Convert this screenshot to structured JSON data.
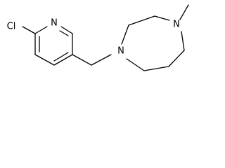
{
  "molecule": {
    "atoms": {
      "chlorine": "Cl",
      "pyridine_nitrogen": "N",
      "ring_nitrogen_benzyl": "N",
      "ring_nitrogen_methyl": "N"
    }
  },
  "colors": {
    "bond": "#000000",
    "label": "#000000",
    "background": "#ffffff"
  }
}
